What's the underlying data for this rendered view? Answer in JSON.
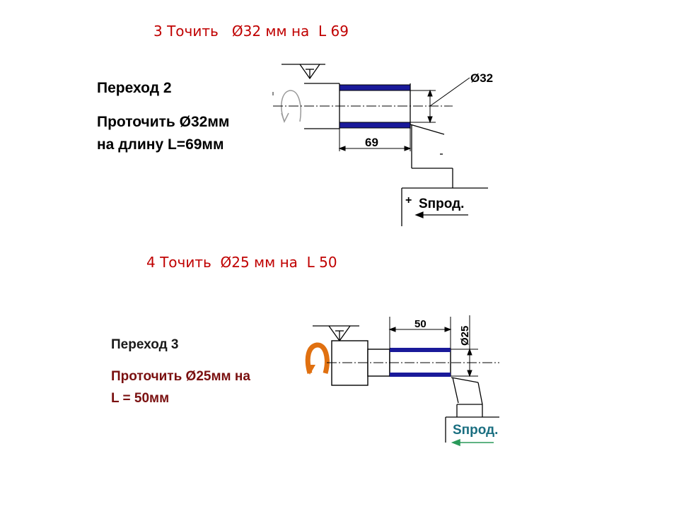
{
  "op3": {
    "heading": "3 Точить   Ø32 мм на  L 69",
    "step": "Переход 2",
    "instr_line1": "Проточить Ø32мм",
    "instr_line2": "на длину L=69мм",
    "dim_length": "69",
    "dim_diameter": "Ø32",
    "plus": "+",
    "feed": "Sпрод."
  },
  "op4": {
    "heading": "4 Точить  Ø25 мм на  L 50",
    "step": "Переход 3",
    "instr_line1": "Проточить Ø25мм на",
    "instr_line2": "L = 50мм",
    "dim_length": "50",
    "dim_diameter": "Ø25",
    "feed": "Sпрод."
  },
  "colors": {
    "heading": "#c00000",
    "instruction_dark": "#7a1010",
    "blue_band": "#1a1a9a",
    "feed_teal": "#1a6e80",
    "arrow_green": "#2a9a5a",
    "rotation_orange": "#e07010"
  }
}
